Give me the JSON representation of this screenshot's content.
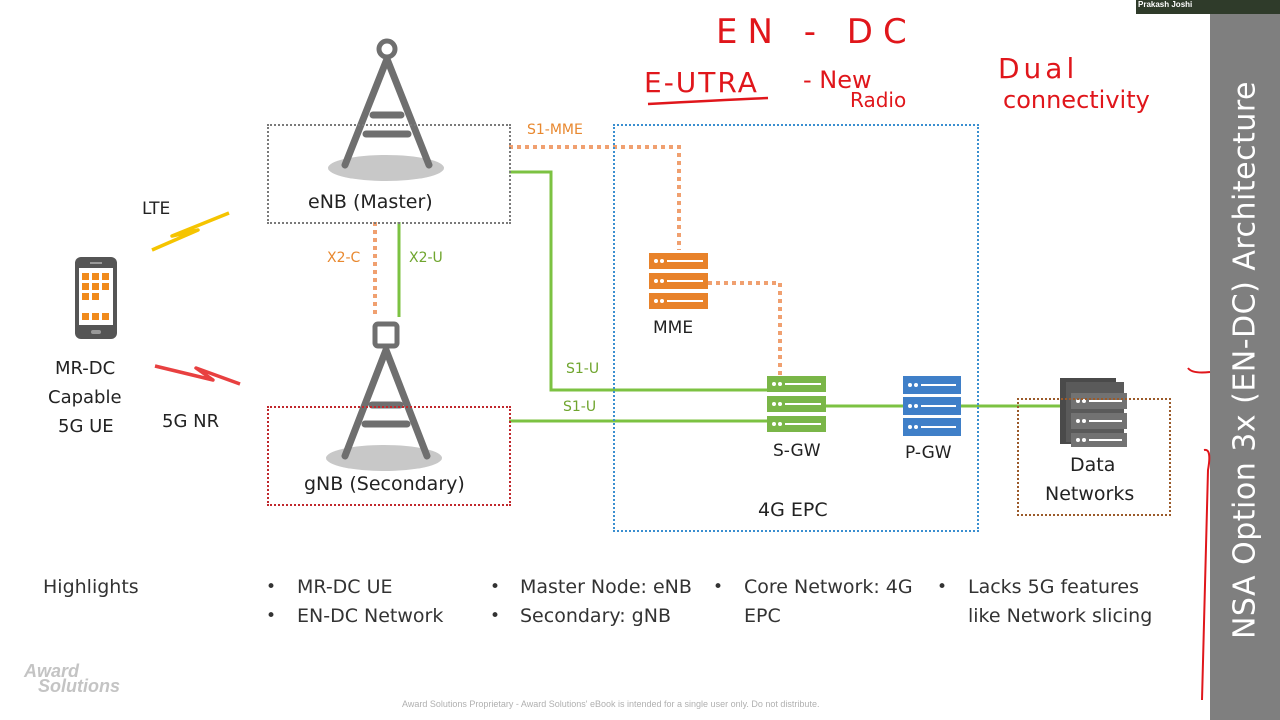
{
  "presenter": {
    "name": "Prakash Joshi"
  },
  "slide": {
    "title": "NSA Option 3x (EN-DC) Architecture",
    "footer": "Award Solutions Proprietary - Award Solutions' eBook is intended for a single user only. Do not distribute.",
    "logo": {
      "line1": "Award",
      "line2": "Solutions"
    }
  },
  "annotations": {
    "line1": "EN - DC",
    "line2a": "E-UTRA",
    "line2b": "- New",
    "line2c": "Radio",
    "line2d": "Dual",
    "line2e": "connectivity",
    "color": "#e0161b"
  },
  "diagram": {
    "ue": {
      "label_lines": [
        "MR-DC",
        "Capable",
        "5G UE"
      ]
    },
    "links": {
      "lte": "LTE",
      "nr": "5G NR",
      "x2c": "X2-C",
      "x2u": "X2-U",
      "s1mme": "S1-MME",
      "s1u_enb": "S1-U",
      "s1u_gnb": "S1-U"
    },
    "nodes": {
      "enb": "eNB (Master)",
      "gnb": "gNB (Secondary)",
      "mme": "MME",
      "sgw": "S-GW",
      "pgw": "P-GW",
      "epc": "4G EPC",
      "dn_line1": "Data",
      "dn_line2": "Networks"
    },
    "colors": {
      "control": "#f0a070",
      "user": "#7cc242",
      "mme": "#e8822a",
      "sgw": "#7ab648",
      "pgw": "#3f7fc8",
      "dn": "#6e6e6e",
      "tower": "#6f6f6f",
      "lte": "#f5c400",
      "nr": "#e84040"
    }
  },
  "highlights": {
    "heading": "Highlights",
    "columns": [
      [
        "MR-DC UE",
        "EN-DC Network"
      ],
      [
        "Master Node: eNB",
        "Secondary: gNB"
      ],
      [
        "Core Network: 4G",
        "EPC"
      ],
      [
        "Lacks 5G features",
        "like Network slicing"
      ]
    ]
  }
}
